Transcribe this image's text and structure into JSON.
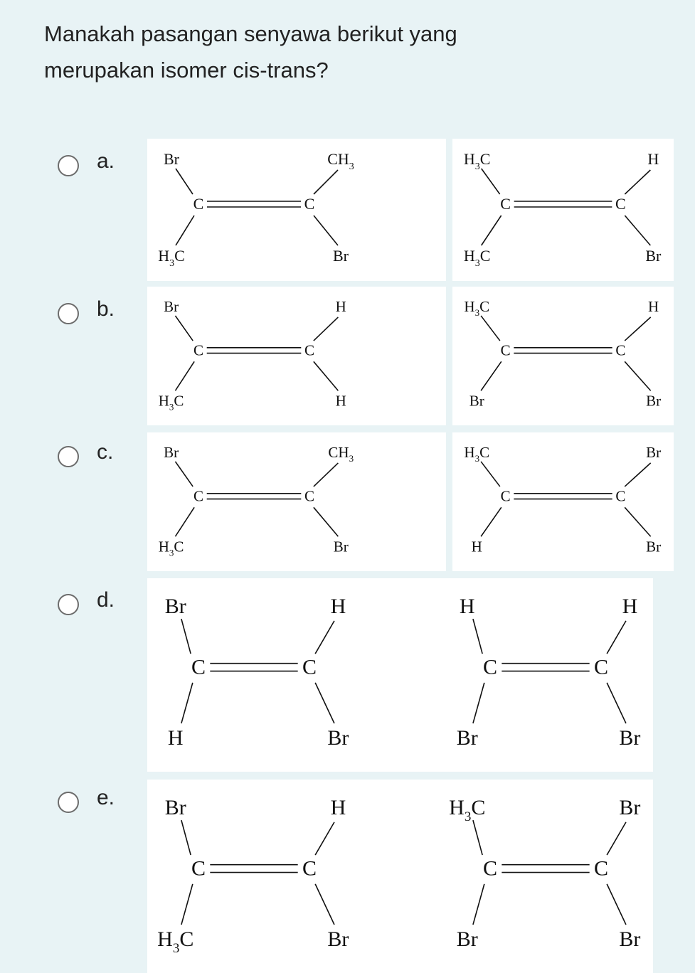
{
  "question": {
    "line1": "Manakah pasangan senyawa berikut yang",
    "line2": "merupakan isomer cis-trans?"
  },
  "options": [
    {
      "letter": "a.",
      "molecules": [
        {
          "top_left": "Br",
          "bottom_left": "H3C",
          "top_right": "CH3",
          "bottom_right": "Br"
        },
        {
          "top_left": "H3C",
          "bottom_left": "H3C",
          "top_right": "H",
          "bottom_right": "Br"
        }
      ]
    },
    {
      "letter": "b.",
      "molecules": [
        {
          "top_left": "Br",
          "bottom_left": "H3C",
          "top_right": "H",
          "bottom_right": "H"
        },
        {
          "top_left": "H3C",
          "bottom_left": "Br",
          "top_right": "H",
          "bottom_right": "Br"
        }
      ]
    },
    {
      "letter": "c.",
      "molecules": [
        {
          "top_left": "Br",
          "bottom_left": "H3C",
          "top_right": "CH3",
          "bottom_right": "Br"
        },
        {
          "top_left": "H3C",
          "bottom_left": "H",
          "top_right": "Br",
          "bottom_right": "Br"
        }
      ]
    },
    {
      "letter": "d.",
      "molecules": [
        {
          "top_left": "Br",
          "bottom_left": "H",
          "top_right": "H",
          "bottom_right": "Br"
        },
        {
          "top_left": "H",
          "bottom_left": "Br",
          "top_right": "H",
          "bottom_right": "Br"
        }
      ]
    },
    {
      "letter": "e.",
      "molecules": [
        {
          "top_left": "Br",
          "bottom_left": "H3C",
          "top_right": "H",
          "bottom_right": "Br"
        },
        {
          "top_left": "H3C",
          "bottom_left": "Br",
          "top_right": "Br",
          "bottom_right": "Br"
        }
      ]
    }
  ],
  "carbon_label": "C"
}
